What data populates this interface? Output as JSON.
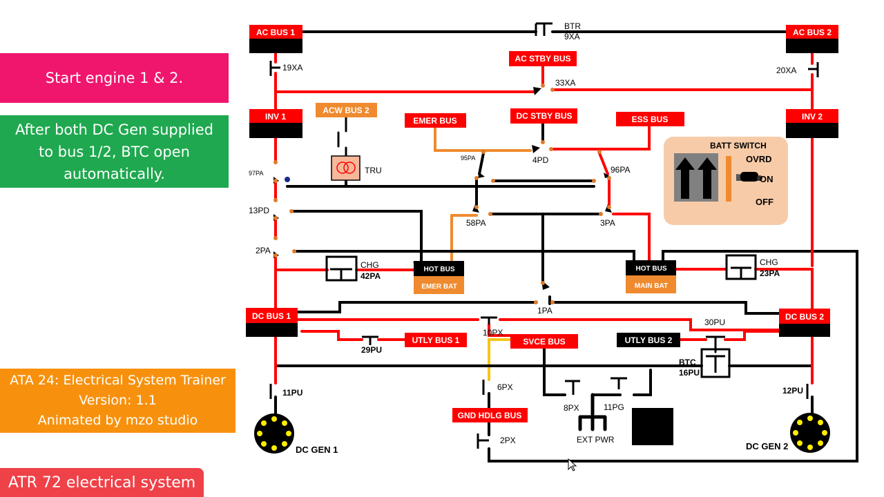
{
  "panels": {
    "engine_step": "Start engine 1 & 2.",
    "btc_note": [
      "After both DC Gen supplied",
      "to bus 1/2, BTC open",
      "automatically."
    ],
    "trainer_info": [
      "ATA 24: Electrical System Trainer",
      "Version: 1.1",
      "Animated by mzo studio"
    ],
    "video_title": "ATR 72 electrical system"
  },
  "buses": {
    "ac_bus_1": "AC BUS 1",
    "ac_bus_2": "AC BUS 2",
    "ac_stby_bus": "AC STBY BUS",
    "inv_1": "INV 1",
    "inv_2": "INV 2",
    "acw_bus_2": "ACW BUS 2",
    "emer_bus": "EMER BUS",
    "dc_stby_bus": "DC STBY BUS",
    "ess_bus": "ESS BUS",
    "hot_bus_emer": "HOT BUS",
    "emer_bat": "EMER BAT",
    "hot_bus_main": "HOT BUS",
    "main_bat": "MAIN BAT",
    "dc_bus_1": "DC BUS 1",
    "dc_bus_2": "DC BUS 2",
    "utly_bus_1": "UTLY BUS 1",
    "utly_bus_2": "UTLY BUS 2",
    "svce_bus": "SVCE BUS",
    "gnd_hdlg_bus": "GND HDLG BUS"
  },
  "contactors": {
    "btr": "BTR",
    "btr_id": "9XA",
    "x19xa": "19XA",
    "x20xa": "20XA",
    "x33xa": "33XA",
    "tru": "TRU",
    "p95pa": "95PA",
    "p4pd": "4PD",
    "p96pa": "96PA",
    "p97pa": "97PA",
    "p13pd": "13PD",
    "p58pa": "58PA",
    "p3pa": "3PA",
    "p2pa": "2PA",
    "chg": "CHG",
    "p42pa": "42PA",
    "chg2": "CHG",
    "p23pa": "23PA",
    "p1pa": "1PA",
    "x10px": "10PX",
    "p29pu": "29PU",
    "p30pu": "30PU",
    "btc": "BTC",
    "p16pu": "16PU",
    "p11pu": "11PU",
    "p12pu": "12PU",
    "x6px": "6PX",
    "x8px": "8PX",
    "p11pg": "11PG",
    "ext_pwr": "EXT PWR",
    "x2px": "2PX"
  },
  "generators": {
    "dc_gen_1": "DC GEN 1",
    "dc_gen_2": "DC GEN 2"
  },
  "batt_switch": {
    "title": "BATT SWITCH",
    "ovrd": "OVRD",
    "on": "ON",
    "off": "OFF"
  },
  "colors": {
    "live": "#ff0000",
    "wire": "#000000",
    "emer": "#ef8a2e",
    "ground": "#f5c518",
    "bus_red": "#ff0000",
    "bus_orange": "#ef8a2e",
    "switch_panel": "#f7cba8"
  }
}
